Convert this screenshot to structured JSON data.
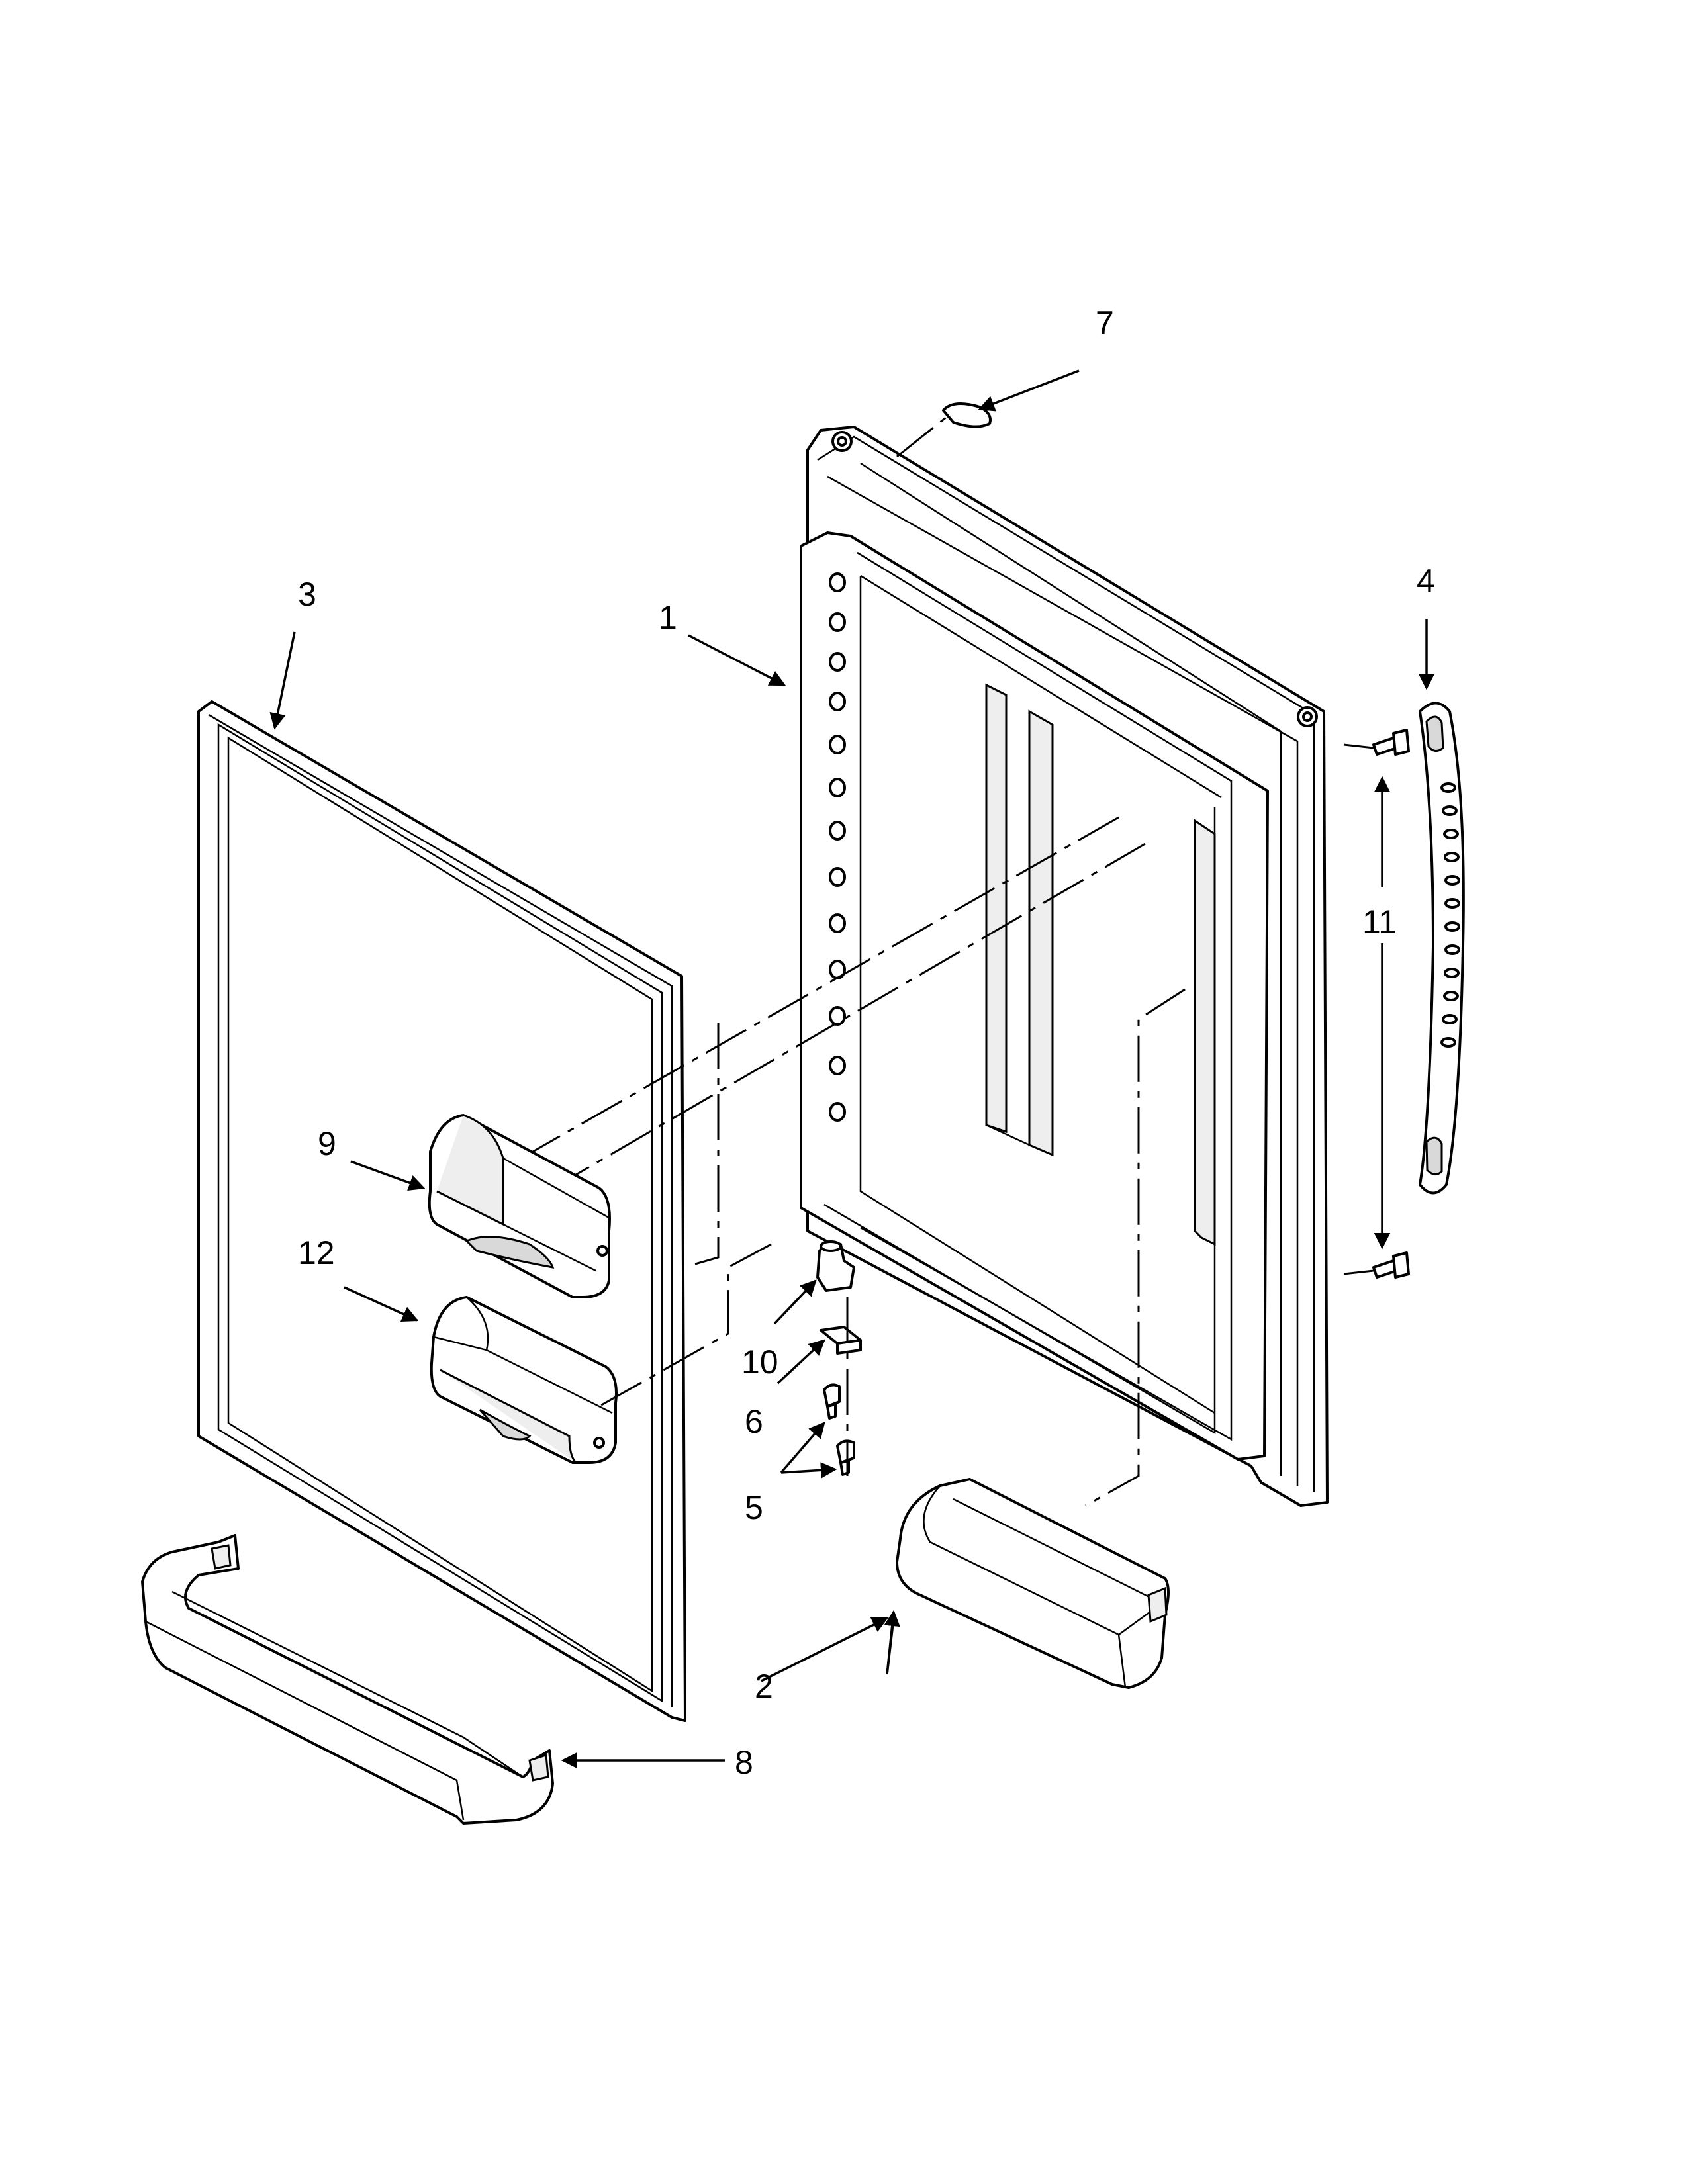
{
  "callouts": [
    {
      "id": "c1",
      "text": "1"
    },
    {
      "id": "c2",
      "text": "2"
    },
    {
      "id": "c3",
      "text": "3"
    },
    {
      "id": "c4",
      "text": "4"
    },
    {
      "id": "c5",
      "text": "5"
    },
    {
      "id": "c6",
      "text": "6"
    },
    {
      "id": "c7",
      "text": "7"
    },
    {
      "id": "c8",
      "text": "8"
    },
    {
      "id": "c9",
      "text": "9"
    },
    {
      "id": "c10",
      "text": "10"
    },
    {
      "id": "c11",
      "text": "11"
    },
    {
      "id": "c12",
      "text": "12"
    }
  ],
  "colors": {
    "line": "#000000",
    "background": "#ffffff",
    "shade": "#d9d9d9"
  }
}
